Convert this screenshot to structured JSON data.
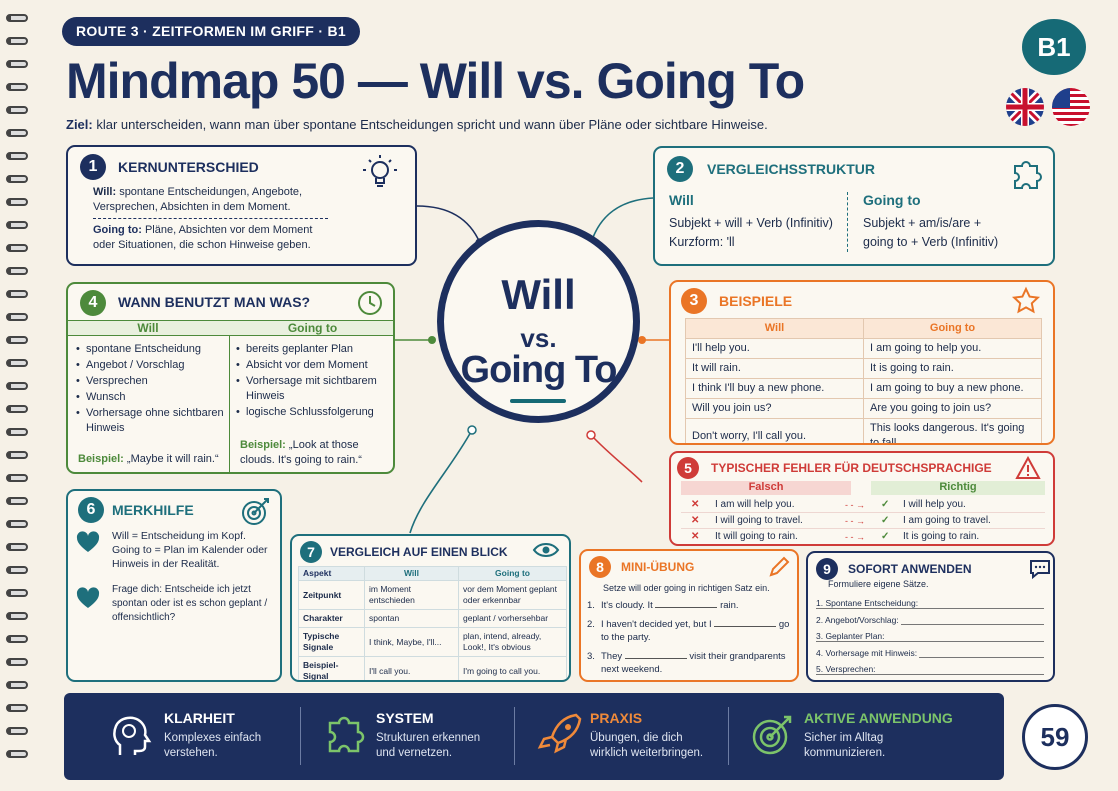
{
  "header": {
    "breadcrumb": "ROUTE 3 · ZEITFORMEN IM GRIFF · B1",
    "level": "B1",
    "title": "Mindmap 50 — Will vs. Going To",
    "goal_label": "Ziel:",
    "goal_text": "klar unterscheiden, wann man über spontane Entscheidungen spricht und wann über Pläne oder sichtbare Hinweise.",
    "flags": [
      "uk-flag-icon",
      "us-flag-icon"
    ]
  },
  "center": {
    "line1": "Will",
    "line2": "vs.",
    "line3": "Going To"
  },
  "sec1": {
    "num": "1",
    "title": "KERNUNTERSCHIED",
    "icon": "lightbulb-icon",
    "will_label": "Will:",
    "will_text": "spontane Entscheidungen, Angebote, Versprechen, Absichten in dem Moment.",
    "going_label": "Going to:",
    "going_text": "Pläne, Absichten vor dem Moment oder Situationen, die schon Hinweise geben."
  },
  "sec2": {
    "num": "2",
    "title": "VERGLEICHSSTRUKTUR",
    "icon": "puzzle-icon",
    "will_head": "Will",
    "will_l1": "Subjekt + will + Verb (Infinitiv)",
    "will_l2": "Kurzform: 'll",
    "going_head": "Going to",
    "going_l1": "Subjekt + am/is/are +",
    "going_l2": "going to + Verb (Infinitiv)"
  },
  "sec3": {
    "num": "3",
    "title": "BEISPIELE",
    "icon": "star-icon",
    "head_will": "Will",
    "head_going": "Going to",
    "rows": [
      [
        "I'll help you.",
        "I am going to help you."
      ],
      [
        "It will rain.",
        "It is going to rain."
      ],
      [
        "I think I'll buy a new phone.",
        "I am going to buy a new phone."
      ],
      [
        "Will you join us?",
        "Are you going to join us?"
      ],
      [
        "Don't worry, I'll call you.",
        "This looks dangerous. It's going to fall."
      ]
    ]
  },
  "sec4": {
    "num": "4",
    "title": "WANN BENUTZT MAN WAS?",
    "icon": "clock-icon",
    "head_will": "Will",
    "head_going": "Going to",
    "will_items": [
      "spontane Entscheidung",
      "Angebot / Vorschlag",
      "Versprechen",
      "Wunsch",
      "Vorhersage ohne sichtbaren Hinweis"
    ],
    "going_items": [
      "bereits geplanter Plan",
      "Absicht vor dem Moment",
      "Vorhersage mit sichtbarem Hinweis",
      "logische Schlussfolgerung"
    ],
    "will_example_label": "Beispiel:",
    "will_example": "„Maybe it will rain.“",
    "going_example_label": "Beispiel:",
    "going_example": "„Look at those clouds. It's going to rain.“"
  },
  "sec5": {
    "num": "5",
    "title": "TYPISCHER FEHLER FÜR DEUTSCHSPRACHIGE",
    "icon": "warning-icon",
    "head_wrong": "Falsch",
    "head_right": "Richtig",
    "rows": [
      [
        "I am will help you.",
        "I will help you."
      ],
      [
        "I will going to travel.",
        "I am going to travel."
      ],
      [
        "It will going to rain.",
        "It is going to rain."
      ]
    ]
  },
  "sec6": {
    "num": "6",
    "title": "MERKHILFE",
    "icon": "target-icon",
    "text1": "Will = Entscheidung im Kopf. Going to = Plan im Kalender oder Hinweis in der Realität.",
    "text2": "Frage dich: Entscheide ich jetzt spontan oder ist es schon geplant / offensichtlich?"
  },
  "sec7": {
    "num": "7",
    "title": "VERGLEICH AUF EINEN BLICK",
    "icon": "eye-icon",
    "head": [
      "Aspekt",
      "Will",
      "Going to"
    ],
    "rows": [
      [
        "Zeitpunkt",
        "im Moment entschieden",
        "vor dem Moment geplant oder erkennbar"
      ],
      [
        "Charakter",
        "spontan",
        "geplant / vorhersehbar"
      ],
      [
        "Typische Signale",
        "I think, Maybe, I'll...",
        "plan, intend, already, Look!, It's obvious"
      ],
      [
        "Beispiel-Signal",
        "I'll call you.",
        "I'm going to call you."
      ]
    ]
  },
  "sec8": {
    "num": "8",
    "title": "MINI-ÜBUNG",
    "icon": "pencil-icon",
    "instruction": "Setze will oder going in richtigen Satz ein.",
    "items": [
      {
        "n": "1.",
        "a": "It's cloudy. It",
        "b": "rain."
      },
      {
        "n": "2.",
        "a": "I haven't decided yet, but I",
        "b": "go to the party."
      },
      {
        "n": "3.",
        "a": "They",
        "b": "visit their grandparents next weekend."
      }
    ]
  },
  "sec9": {
    "num": "9",
    "title": "SOFORT ANWENDEN",
    "icon": "speech-bubble-icon",
    "instruction": "Formuliere eigene Sätze.",
    "items": [
      "1. Spontane Entscheidung:",
      "2. Angebot/Vorschlag:",
      "3. Geplanter Plan:",
      "4. Vorhersage mit Hinweis:",
      "5. Versprechen:"
    ]
  },
  "footer": {
    "items": [
      {
        "title": "KLARHEIT",
        "desc": "Komplexes einfach verstehen.",
        "color": "#ffffff",
        "icon": "head-icon"
      },
      {
        "title": "SYSTEM",
        "desc": "Strukturen erkennen und vernetzen.",
        "color": "#ffffff",
        "icon": "puzzle-icon"
      },
      {
        "title": "PRAXIS",
        "desc": "Übungen, die dich wirklich weiterbringen.",
        "color": "#f08a3a",
        "icon": "rocket-icon"
      },
      {
        "title": "AKTIVE ANWENDUNG",
        "desc": "Sicher im Alltag kommunizieren.",
        "color": "#7cc46a",
        "icon": "target-icon"
      }
    ],
    "page": "59"
  },
  "colors": {
    "navy": "#1d2f5e",
    "teal": "#1e6f7c",
    "green": "#4d8a3b",
    "orange": "#ea7526",
    "red": "#cf3b38"
  }
}
